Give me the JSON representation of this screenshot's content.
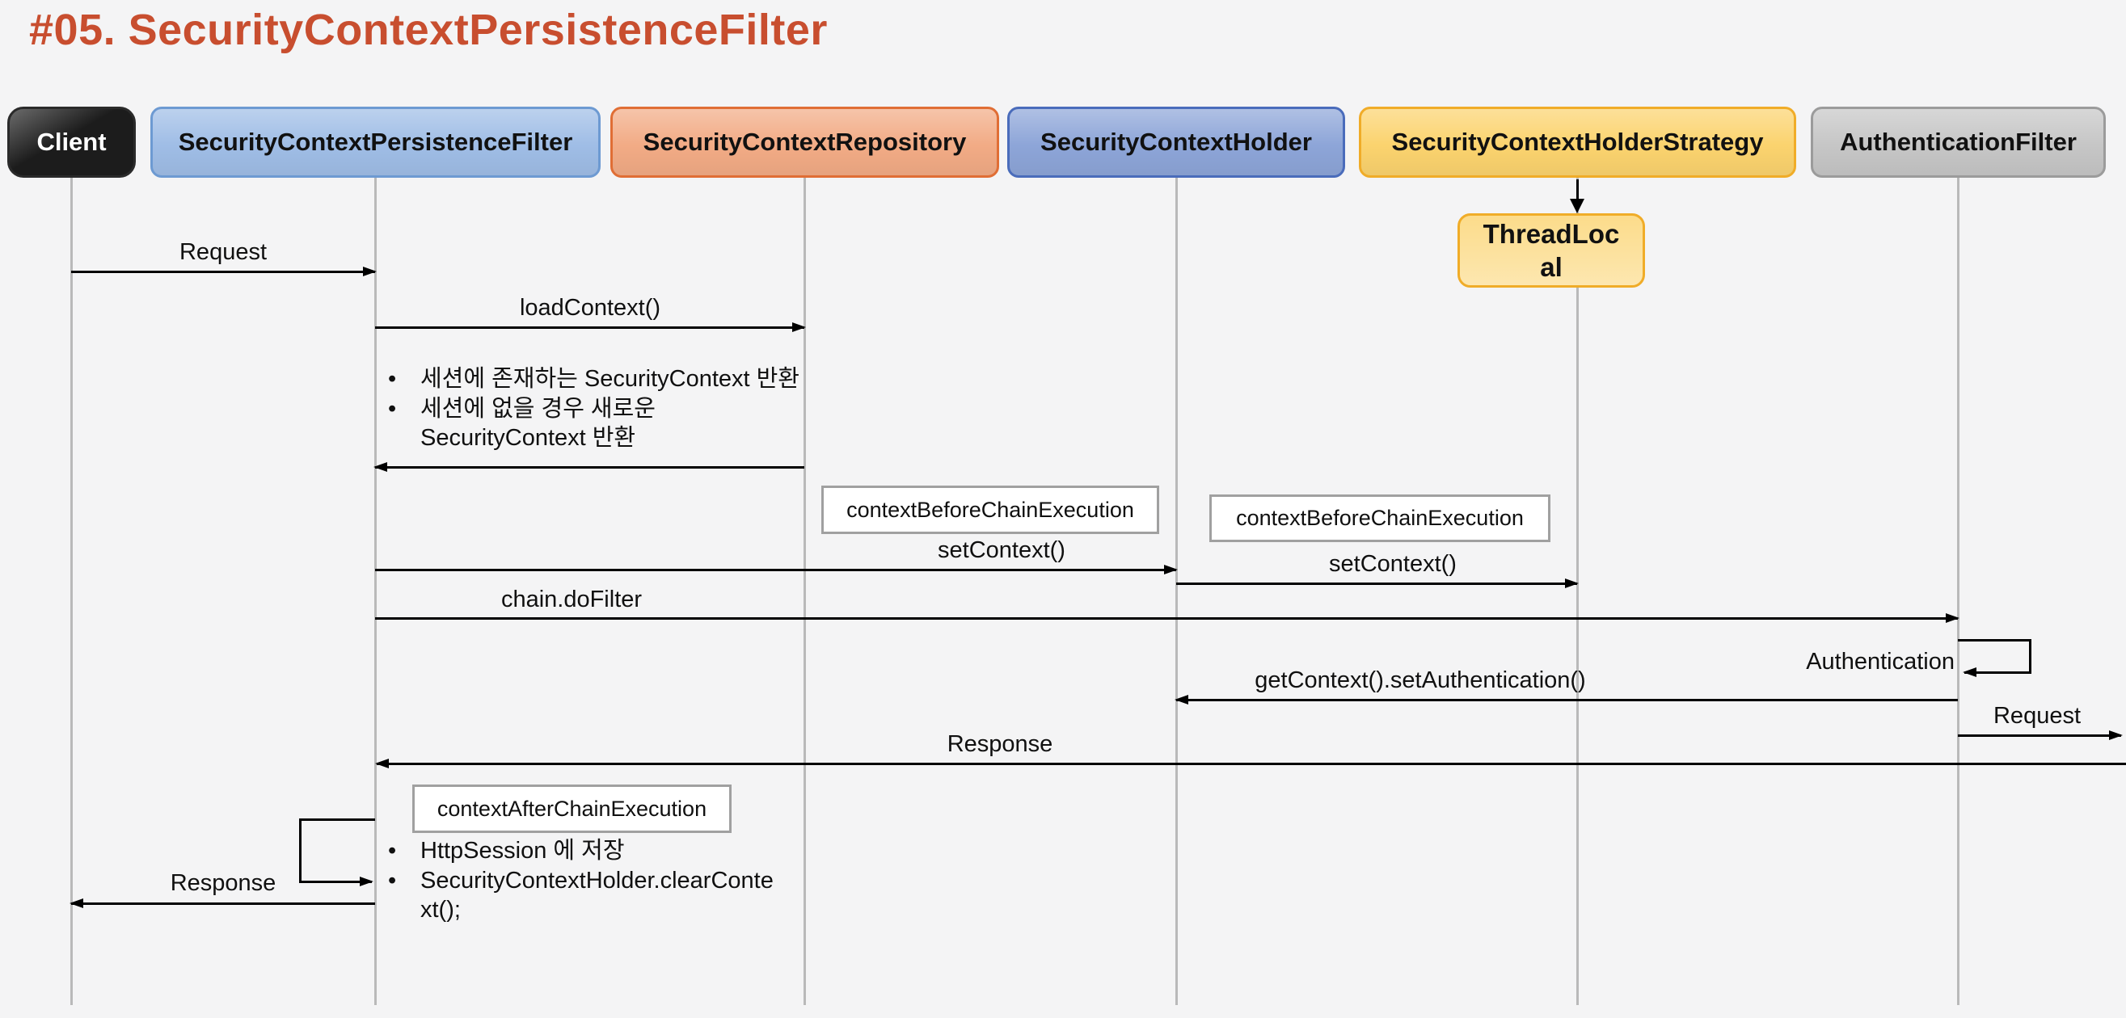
{
  "title": "#05. SecurityContextPersistenceFilter",
  "actors": [
    {
      "id": "client",
      "label": "Client"
    },
    {
      "id": "security-context-persistence-filter",
      "label": "SecurityContextPersistenceFilter"
    },
    {
      "id": "security-context-repository",
      "label": "SecurityContextRepository"
    },
    {
      "id": "security-context-holder",
      "label": "SecurityContextHolder"
    },
    {
      "id": "security-context-holder-strategy",
      "label": "SecurityContextHolderStrategy"
    },
    {
      "id": "authentication-filter",
      "label": "AuthenticationFilter"
    }
  ],
  "thread_local": {
    "label": "ThreadLocal"
  },
  "messages": {
    "client_request": {
      "label": "Request"
    },
    "load_context": {
      "label": "loadContext()"
    },
    "set_context_repo": {
      "label": "setContext()"
    },
    "set_context_holder": {
      "label": "setContext()"
    },
    "chain_do_filter": {
      "label": "chain.doFilter"
    },
    "authentication_self": {
      "label": "Authentication"
    },
    "get_context_set_authentication": {
      "label": "getContext().setAuthentication()"
    },
    "filter_request": {
      "label": "Request"
    },
    "response": {
      "label": "Response"
    },
    "client_response": {
      "label": "Response"
    }
  },
  "callout_boxes": {
    "before_chain_repo": {
      "label": "contextBeforeChainExecution"
    },
    "before_chain_holder": {
      "label": "contextBeforeChainExecution"
    },
    "after_chain": {
      "label": "contextAfterChainExecution"
    }
  },
  "notes": {
    "load_context_return": {
      "items": [
        "세션에 존재하는 SecurityContext 반환",
        "세션에 없을 경우 새로운\nSecurityContext 반환"
      ]
    },
    "after_chain": {
      "items": [
        "HttpSession 에 저장",
        "SecurityContextHolder.clearConte\nxt();"
      ]
    }
  },
  "colors": {
    "title": "#c84e2f",
    "background": "#f4f4f5",
    "lifeline": "#b9b9b9",
    "arrow": "#000000",
    "client-fill": "#1c1c1c",
    "client-border": "#2a2a2a",
    "client-text": "#ffffff",
    "scpf-fill": "#9fbde6",
    "scpf-border": "#6d9ad2",
    "screpo-fill": "#f2ab85",
    "screpo-border": "#e06e35",
    "sch-fill": "#8da5d8",
    "sch-border": "#4a6cbb",
    "schs-fill": "#fbd36e",
    "schs-border": "#f0ac28",
    "authf-fill": "#c6c6c6",
    "authf-border": "#9b9b9b",
    "threadlocal-fill": "#fbd36e",
    "threadlocal-border": "#f0ac28",
    "callout-fill": "#ffffff",
    "callout-border": "#a0a0a0"
  }
}
